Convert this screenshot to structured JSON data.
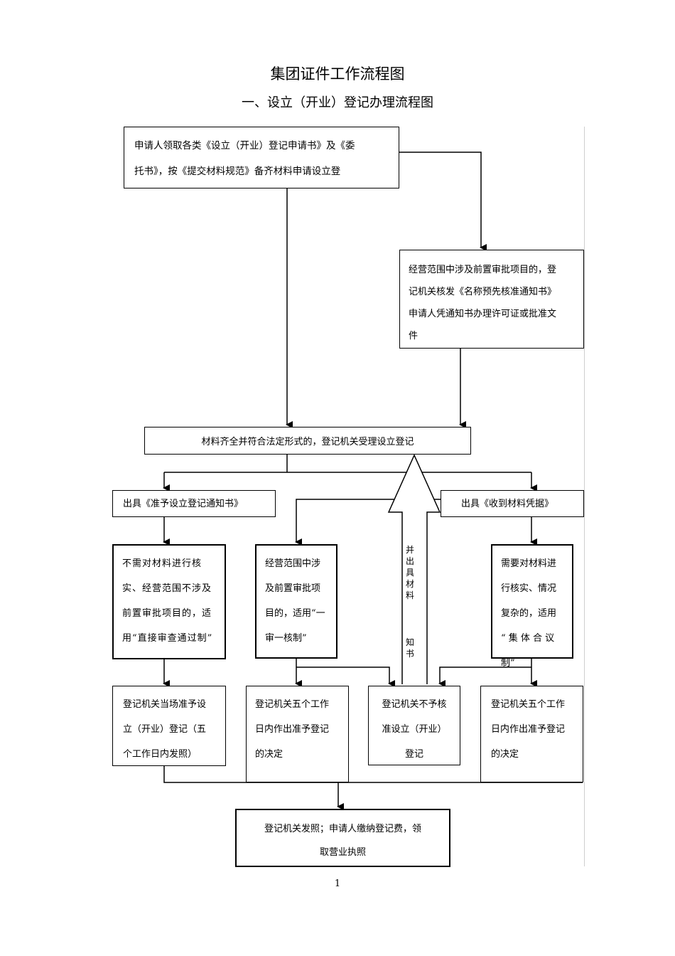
{
  "title": "集团证件工作流程图",
  "subtitle": "一、设立（开业）登记办理流程图",
  "boxes": {
    "apply": "申请人领取各类《设立（开业）登记申请书》及《委\n托书》，按《提交材料规范》备齐材料申请设立登",
    "prior_approval": "经营范围中涉及前置审批项目的，登\n记机关核发《名称预先核准通知书》\n申请人凭通知书办理许可证或批准文\n件",
    "accept": "材料齐全并符合法定形式的，登记机关受理设立登记",
    "notice_approve": "出具《准予设立登记通知书》",
    "receipt": "出具《收到材料凭据》",
    "direct": "不需对材料进行核\n实、经营范围不涉及\n前置审批项目的，适\n用“直接审查通过制”",
    "one_review": "经营范围中涉\n及前置审批项\n目的，适用“一\n审一核制”",
    "collective": "需要对材料进\n行核实、情况\n复杂的，适用\n“ 集 体 合 议\n制”",
    "onsite": "登记机关当场准予设\n立（开业）登记（五\n个工作日内发照）",
    "five_days_a": "登记机关五个工作\n日内作出准予登记\n的决定",
    "reject": "登记机关不予核\n准设立（开业）\n登记",
    "five_days_b": "登记机关五个工作\n日内作出准予登记\n的决定",
    "license": "登记机关发照；申请人缴纳登记费，领\n取营业执照"
  },
  "arrow_label": [
    "并",
    "出",
    "具",
    "材",
    "料",
    "",
    "知",
    "书"
  ],
  "page_number": "1"
}
